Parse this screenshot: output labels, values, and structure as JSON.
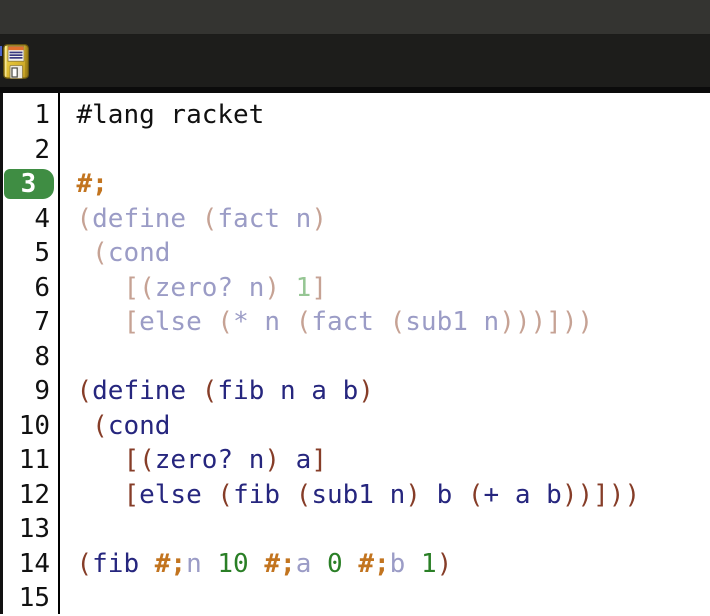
{
  "window": {
    "titlebar_label": ""
  },
  "toolbar": {
    "save_icon": "floppy-disk-save-icon"
  },
  "colors": {
    "titlebar": "#343431",
    "toolbar": "#1d1d1b",
    "badge": "#3f8d43",
    "plain": "#111111",
    "comment": "#c2741f",
    "paren": "#863d28",
    "symbol": "#26267e",
    "number": "#2a7f26",
    "paren_dim": "#c6a294",
    "symbol_dim": "#9b9cc6",
    "number_dim": "#96c694"
  },
  "editor": {
    "language": "racket",
    "highlighted_line": 3,
    "lines": [
      {
        "n": "1",
        "toks": [
          [
            "plain",
            "#lang racket"
          ]
        ]
      },
      {
        "n": "2",
        "toks": []
      },
      {
        "n": "3",
        "hl": true,
        "toks": [
          [
            "comment",
            "#;"
          ]
        ]
      },
      {
        "n": "4",
        "toks": [
          [
            "pd",
            "("
          ],
          [
            "sd",
            "define "
          ],
          [
            "pd",
            "("
          ],
          [
            "sd",
            "fact n"
          ],
          [
            "pd",
            ")"
          ]
        ]
      },
      {
        "n": "5",
        "toks": [
          [
            "plain",
            " "
          ],
          [
            "pd",
            "("
          ],
          [
            "sd",
            "cond"
          ]
        ]
      },
      {
        "n": "6",
        "toks": [
          [
            "plain",
            "   "
          ],
          [
            "pd",
            "[("
          ],
          [
            "sd",
            "zero? n"
          ],
          [
            "pd",
            ")"
          ],
          [
            "plain",
            " "
          ],
          [
            "nd",
            "1"
          ],
          [
            "pd",
            "]"
          ]
        ]
      },
      {
        "n": "7",
        "toks": [
          [
            "plain",
            "   "
          ],
          [
            "pd",
            "["
          ],
          [
            "sd",
            "else "
          ],
          [
            "pd",
            "("
          ],
          [
            "sd",
            "* n "
          ],
          [
            "pd",
            "("
          ],
          [
            "sd",
            "fact "
          ],
          [
            "pd",
            "("
          ],
          [
            "sd",
            "sub1 n"
          ],
          [
            "pd",
            ")))]))"
          ]
        ]
      },
      {
        "n": "8",
        "toks": []
      },
      {
        "n": "9",
        "toks": [
          [
            "p",
            "("
          ],
          [
            "s",
            "define "
          ],
          [
            "p",
            "("
          ],
          [
            "s",
            "fib n a b"
          ],
          [
            "p",
            ")"
          ]
        ]
      },
      {
        "n": "10",
        "toks": [
          [
            "plain",
            " "
          ],
          [
            "p",
            "("
          ],
          [
            "s",
            "cond"
          ]
        ]
      },
      {
        "n": "11",
        "toks": [
          [
            "plain",
            "   "
          ],
          [
            "p",
            "[("
          ],
          [
            "s",
            "zero? n"
          ],
          [
            "p",
            ")"
          ],
          [
            "plain",
            " "
          ],
          [
            "s",
            "a"
          ],
          [
            "p",
            "]"
          ]
        ]
      },
      {
        "n": "12",
        "toks": [
          [
            "plain",
            "   "
          ],
          [
            "p",
            "["
          ],
          [
            "s",
            "else "
          ],
          [
            "p",
            "("
          ],
          [
            "s",
            "fib "
          ],
          [
            "p",
            "("
          ],
          [
            "s",
            "sub1 n"
          ],
          [
            "p",
            ")"
          ],
          [
            "s",
            " b "
          ],
          [
            "p",
            "("
          ],
          [
            "s",
            "+ a b"
          ],
          [
            "p",
            "))]))"
          ]
        ]
      },
      {
        "n": "13",
        "toks": []
      },
      {
        "n": "14",
        "toks": [
          [
            "p",
            "("
          ],
          [
            "s",
            "fib "
          ],
          [
            "comment",
            "#;"
          ],
          [
            "sd",
            "n"
          ],
          [
            "plain",
            " "
          ],
          [
            "n",
            "10"
          ],
          [
            "plain",
            " "
          ],
          [
            "comment",
            "#;"
          ],
          [
            "sd",
            "a"
          ],
          [
            "plain",
            " "
          ],
          [
            "n",
            "0"
          ],
          [
            "plain",
            " "
          ],
          [
            "comment",
            "#;"
          ],
          [
            "sd",
            "b"
          ],
          [
            "plain",
            " "
          ],
          [
            "n",
            "1"
          ],
          [
            "p",
            ")"
          ]
        ]
      },
      {
        "n": "15",
        "toks": []
      }
    ]
  }
}
